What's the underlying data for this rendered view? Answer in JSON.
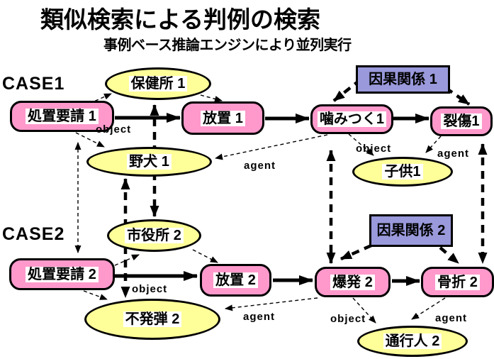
{
  "title": "類似検索による判例の検索",
  "subtitle": "事例ベース推論エンジンにより並列実行",
  "relation_labels": {
    "object": "object",
    "agent": "agent"
  },
  "colors": {
    "node_pink": "#FF99CC",
    "node_yellow": "#FFFF99",
    "node_lavender": "#9999DB",
    "line_black": "#000000"
  },
  "case1": {
    "label": "CASE1",
    "nodes": {
      "request": "処置要請 1",
      "health_center": "保健所 1",
      "neglect": "放置 1",
      "bite": "噛みつく1",
      "laceration": "裂傷1",
      "stray_dog": "野犬 1",
      "child": "子供1",
      "causal": "因果関係 1"
    }
  },
  "case2": {
    "label": "CASE2",
    "nodes": {
      "request": "処置要請 2",
      "city_hall": "市役所 2",
      "neglect": "放置 2",
      "explosion": "爆発 2",
      "fracture": "骨折 2",
      "unexploded_bomb": "不発弾 2",
      "passerby": "通行人 2",
      "causal": "因果関係 2"
    }
  }
}
